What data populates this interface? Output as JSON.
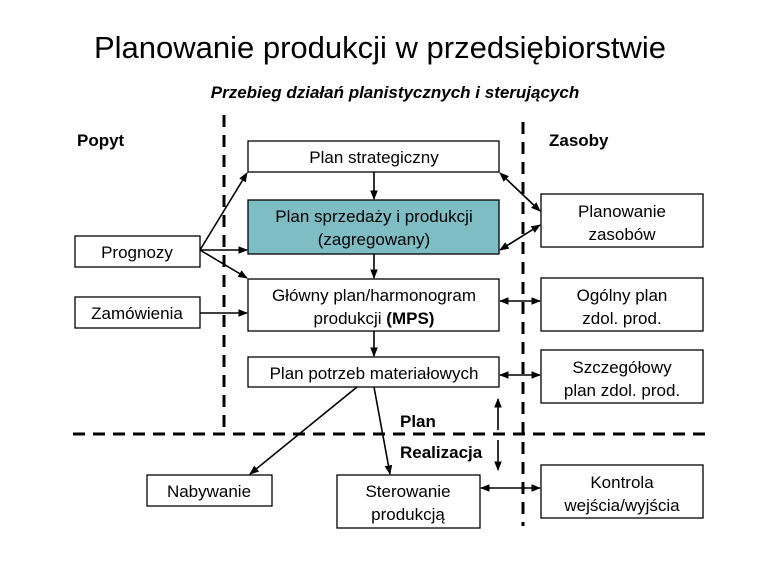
{
  "title": "Planowanie produkcji w przedsiębiorstwie",
  "subtitle": "Przebieg działań planistycznych i sterujących",
  "labels": {
    "popyt": "Popyt",
    "zasoby": "Zasoby",
    "plan": "Plan",
    "realizacja": "Realizacja"
  },
  "colors": {
    "highlight": "#7fbdc4"
  },
  "boxes": {
    "strategic": [
      "Plan strategiczny"
    ],
    "sales": [
      "Plan sprzedaży i produkcji",
      "(zagregowany)"
    ],
    "mps": [
      "Główny plan/harmonogram",
      "produkcji ",
      "(MPS)"
    ],
    "mrp": [
      "Plan potrzeb materiałowych"
    ],
    "forecasts": [
      "Prognozy"
    ],
    "orders": [
      "Zamówienia"
    ],
    "resources": [
      "Planowanie",
      "zasobów"
    ],
    "rough": [
      "Ogólny plan",
      "zdol. prod."
    ],
    "detailed": [
      "Szczegółowy",
      "plan zdol. prod."
    ],
    "control": [
      "Kontrola",
      "wejścia/wyjścia"
    ],
    "purchasing": [
      "Nabywanie"
    ],
    "shopfloor": [
      "Sterowanie",
      "produkcją"
    ]
  }
}
